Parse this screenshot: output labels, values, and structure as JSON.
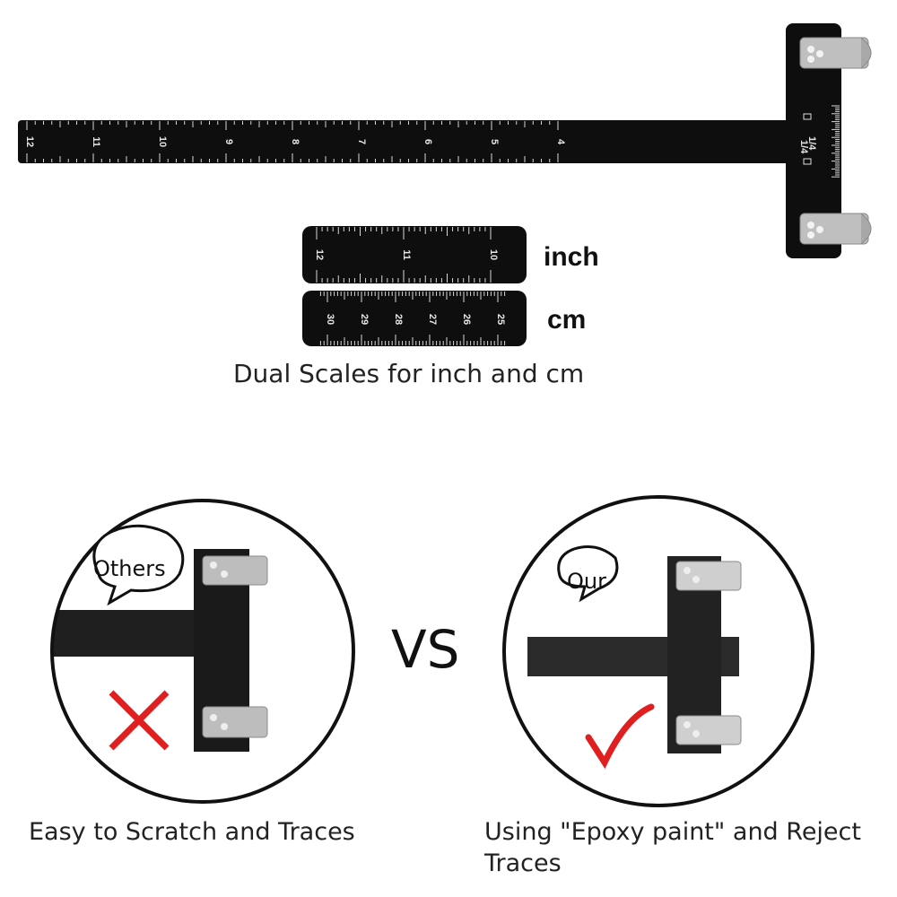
{
  "main_ruler": {
    "numbers": [
      "12",
      "11",
      "10",
      "9",
      "8",
      "7",
      "6",
      "5",
      "4"
    ],
    "head_marks": [
      "1/4",
      "1/4"
    ]
  },
  "inch_scale": {
    "numbers": [
      "12",
      "11",
      "10"
    ],
    "unit_label": "inch"
  },
  "cm_scale": {
    "numbers": [
      "30",
      "29",
      "28",
      "27",
      "26",
      "25"
    ],
    "unit_label": "cm"
  },
  "dual_caption": "Dual Scales for inch and cm",
  "comparison": {
    "left": {
      "bubble": "Others",
      "caption": "Easy to Scratch and Traces",
      "mark": "cross-icon",
      "mark_color": "#e02020"
    },
    "vs": "VS",
    "right": {
      "bubble": "Our",
      "caption": "Using \"Epoxy paint\" and Reject Traces",
      "mark": "check-icon",
      "mark_color": "#e02020"
    }
  }
}
